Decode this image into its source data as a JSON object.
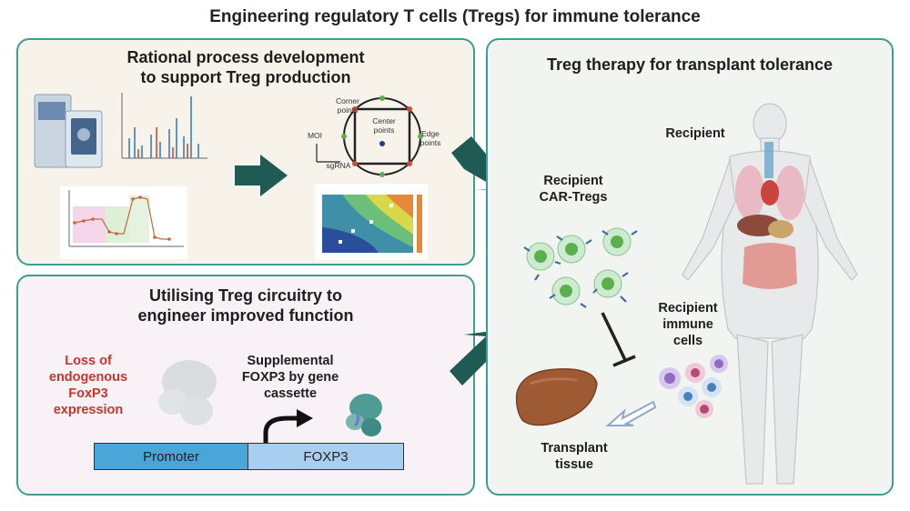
{
  "title": "Engineering regulatory T cells (Tregs) for immune tolerance",
  "panel_process": {
    "title_line1": "Rational process development",
    "title_line2": "to support Treg production",
    "doe_labels": {
      "corner": "Corner\npoints",
      "center": "Center\npoints",
      "edge": "Edge\npoints",
      "moi": "MOI",
      "sgrna": "sgRNA"
    }
  },
  "panel_circuitry": {
    "title_line1": "Utilising Treg circuitry to",
    "title_line2": "engineer improved function",
    "loss_text": "Loss of\nendogenous\nFoxP3\nexpression",
    "supplemental_text": "Supplemental\nFOXP3 by gene\ncassette",
    "promoter_label": "Promoter",
    "foxp3_label": "FOXP3"
  },
  "panel_therapy": {
    "title": "Treg therapy for transplant tolerance",
    "recipient_label": "Recipient",
    "car_tregs_label": "Recipient\nCAR-Tregs",
    "immune_cells_label": "Recipient\nimmune\ncells",
    "transplant_label": "Transplant\ntissue"
  },
  "colors": {
    "panel_border": "#3f9e93",
    "arrow": "#1f5a55",
    "red_text": "#c8362d",
    "promoter": "#4aa5d8",
    "foxp3": "#a9cff0"
  }
}
